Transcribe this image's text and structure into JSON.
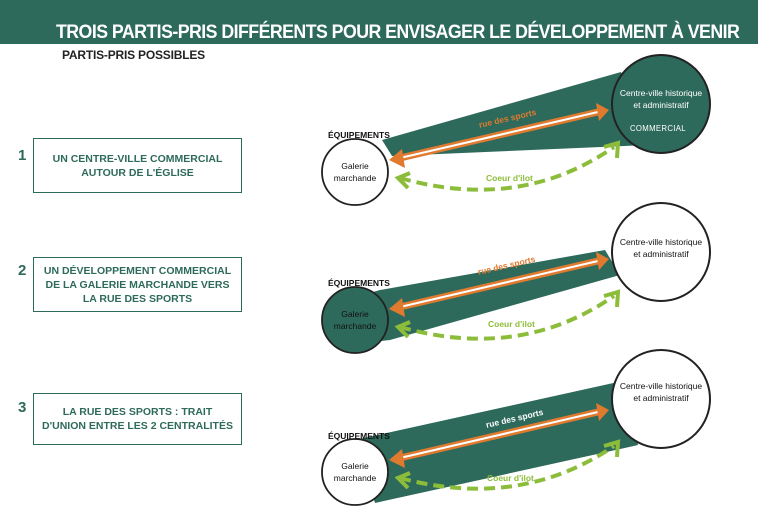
{
  "header": {
    "title": "TROIS PARTIS-PRIS DIFFÉRENTS POUR ENVISAGER LE DÉVELOPPEMENT À VENIR",
    "subtitle": "PARTIS-PRIS POSSIBLES"
  },
  "colors": {
    "brand_green": "#2e6a5b",
    "orange_arrow": "#e07a2e",
    "light_green_arrow": "#8cbd3a"
  },
  "options": [
    {
      "number": "1",
      "lines": [
        "UN CENTRE-VILLE COMMERCIAL",
        "AUTOUR DE L'ÉGLISE"
      ],
      "equipements_label": "ÉQUIPEMENTS",
      "galerie": [
        "Galerie",
        "marchande"
      ],
      "centre": [
        "Centre-ville historique",
        "et administratif"
      ],
      "centre_extra": "COMMERCIAL",
      "arrow_orange_label": "rue des sports",
      "arrow_green_label": "Coeur d'ilot"
    },
    {
      "number": "2",
      "lines": [
        "UN DÉVELOPPEMENT COMMERCIAL",
        "DE LA GALERIE MARCHANDE VERS",
        "LA RUE DES SPORTS"
      ],
      "equipements_label": "ÉQUIPEMENTS",
      "galerie": [
        "Galerie",
        "marchande"
      ],
      "centre": [
        "Centre-ville historique",
        "et administratif"
      ],
      "arrow_orange_label": "rue des sports",
      "arrow_green_label": "Coeur d'ilot"
    },
    {
      "number": "3",
      "lines": [
        "LA RUE DES SPORTS : TRAIT",
        "D'UNION ENTRE LES 2 CENTRALITÉS"
      ],
      "equipements_label": "ÉQUIPEMENTS",
      "galerie": [
        "Galerie",
        "marchande"
      ],
      "centre": [
        "Centre-ville historique",
        "et administratif"
      ],
      "arrow_orange_label": "rue des sports",
      "arrow_green_label": "Coeur d'ilot"
    }
  ]
}
